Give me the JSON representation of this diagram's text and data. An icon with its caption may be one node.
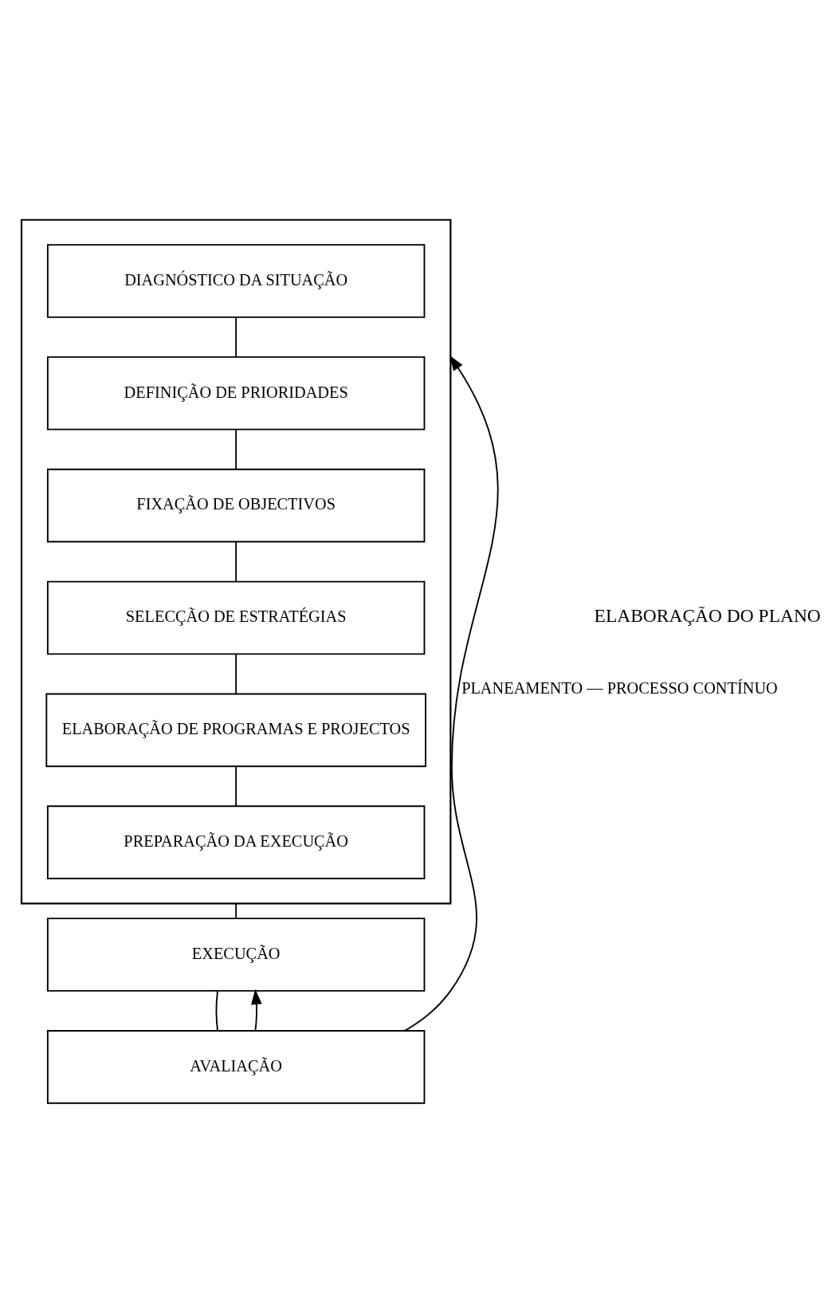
{
  "diagram": {
    "nodes": [
      {
        "text": [],
        "shape": "box"
      },
      {
        "text": [
          "DIAGNÓSTICO DA SITUAÇÃO"
        ],
        "in": 0
      },
      {
        "text": [
          "DEFINIÇÃO DE PRIORIDADES"
        ],
        "in": 0
      },
      {
        "text": [
          "FIXAÇÃO DE OBJECTIVOS"
        ],
        "in": 0
      },
      {
        "text": [
          "SELECÇÃO DE ESTRATÉGIAS"
        ],
        "in": 0
      },
      {
        "text": [
          "ELABORAÇÃO DE PROGRAMAS E PROJECTOS"
        ],
        "in": 0
      },
      {
        "text": [
          "PREPARAÇÃO DA EXECUÇÃO"
        ],
        "in": 0
      },
      {
        "text": [
          "EXECUÇÃO"
        ]
      },
      {
        "text": [
          "AVALIAÇÃO"
        ]
      }
    ],
    "edges": [
      {
        "from": 1,
        "to": 2,
        "arrow": "none"
      },
      {
        "from": 2,
        "to": 3,
        "arrow": "none"
      },
      {
        "from": 3,
        "to": 4,
        "arrow": "none"
      },
      {
        "from": 4,
        "to": 5,
        "arrow": "none"
      },
      {
        "from": 5,
        "to": 6,
        "arrow": "none"
      },
      {
        "from": 0,
        "to": 7,
        "arrow": "none"
      },
      {
        "from": 7,
        "to": 8,
        "arrow": "none"
      },
      {
        "from": 8,
        "to": 7,
        "arrow": "to"
      },
      {
        "from": 8,
        "to": 0,
        "arrow": "to",
        "label": "PLANEAMENTO — PROCESSO CONTÍNUO"
      }
    ],
    "labels": [
      "ELABORAÇÃO DO PLANO"
    ]
  }
}
